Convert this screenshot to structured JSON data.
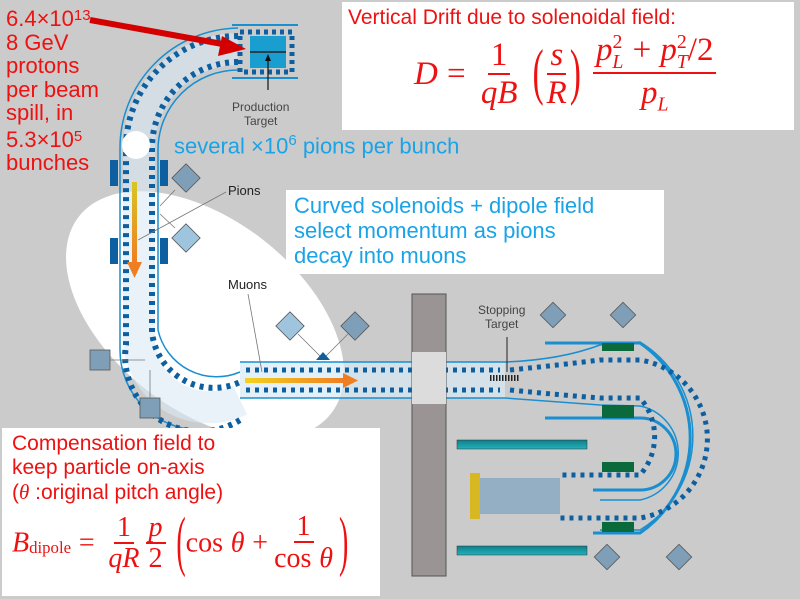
{
  "proton_note": {
    "lines": [
      "6.4×10",
      "8 GeV",
      "protons",
      "per beam",
      "spill, in",
      "5.3×10",
      "bunches"
    ],
    "exp1": "13",
    "exp2": "5"
  },
  "drift_box": {
    "title": "Vertical Drift due to solenoidal field:",
    "lhs": "D",
    "eq": "=",
    "frac1_num": "1",
    "frac1_den": "qB",
    "frac2_num": "s",
    "frac2_den": "R",
    "frac3_num_a": "p",
    "frac3_num_a_sup": "2",
    "frac3_num_a_sub": "L",
    "frac3_num_plus": "+",
    "frac3_num_b": "p",
    "frac3_num_b_sup": "2",
    "frac3_num_b_sub": "T",
    "frac3_num_tail": "/2",
    "frac3_den": "p",
    "frac3_den_sub": "L"
  },
  "pions_per_bunch": {
    "prefix": "several ×10",
    "exp": "6",
    "suffix": " pions per bunch"
  },
  "curved_box": {
    "lines": [
      "Curved solenoids + dipole field",
      "select momentum as pions",
      "decay into muons"
    ]
  },
  "labels": {
    "production_target": [
      "Production",
      "Target"
    ],
    "pions": "Pions",
    "muons": "Muons",
    "stopping_target": [
      "Stopping",
      "Target"
    ]
  },
  "compensation_box": {
    "lines": [
      "Compensation field to",
      "keep particle on-axis"
    ],
    "line3_theta": "θ",
    "line3_rest": " :original pitch angle)",
    "line3_open": "(",
    "lhs": "B",
    "lhs_sub": "dipole",
    "eq": "=",
    "f1_num": "1",
    "f1_den": "qR",
    "f2_num": "p",
    "f2_den": "2",
    "cos": "cos",
    "theta": "θ",
    "plus": "+",
    "f3_num": "1"
  },
  "colors": {
    "background": "#cbcbcb",
    "annotation_red": "#ee1111",
    "annotation_blue": "#1aa3e6",
    "solenoid_blue": "#1a8fd0",
    "coil_dark": "#0d5fa0",
    "wall": "#9a9494",
    "green_block": "#0b6a3c",
    "teal_bar": "#118f9a",
    "yellow": "#d8b822",
    "orange": "#ef7d22"
  }
}
